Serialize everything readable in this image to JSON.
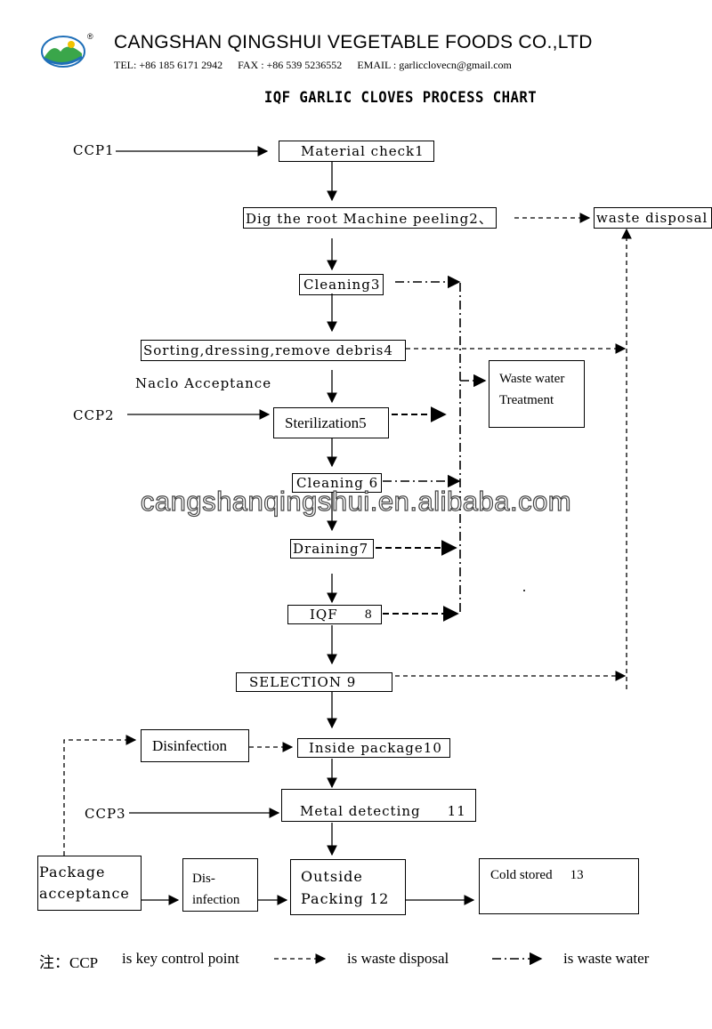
{
  "header": {
    "company_name": "CANGSHAN QINGSHUI VEGETABLE FOODS CO.,LTD",
    "tel": "TEL: +86 185 6171 2942",
    "fax": "FAX : +86 539 5236552",
    "email": "EMAIL : garlicclovecn@gmail.com",
    "logo_mark": "®"
  },
  "chart": {
    "title": "IQF GARLIC CLOVES PROCESS CHART"
  },
  "nodes": {
    "material_check": "Material check1",
    "peeling": "Dig the root Machine peeling2、",
    "waste_disposal": "waste disposal",
    "cleaning3": "Cleaning3",
    "sorting": "Sorting,dressing,remove debris4",
    "waste_water_1": "Waste water",
    "waste_water_2": "Treatment",
    "sterilization": "Sterilization5",
    "cleaning6": "Cleaning 6",
    "draining": "Draining7",
    "iqf": "IQF",
    "iqf_num": "8",
    "selection": "SELECTION 9",
    "disinfection": "Disinfection",
    "inside_package": "Inside package10",
    "metal_detecting": "Metal detecting",
    "metal_num": "11",
    "package_acceptance_1": "Package",
    "package_acceptance_2": "acceptance",
    "dis_infection_1": "Dis-",
    "dis_infection_2": "infection",
    "outside_packing_1": "Outside",
    "outside_packing_2": "Packing 12",
    "cold_stored": "Cold stored",
    "cold_num": "13"
  },
  "labels": {
    "ccp1": "CCP1",
    "ccp2": "CCP2",
    "ccp3": "CCP3",
    "naclo": "Naclo Acceptance"
  },
  "watermark": "cangshanqingshui.en.alibaba.com",
  "legend": {
    "prefix": "注：CCP",
    "ccp_desc": "is key control point",
    "waste_disposal": "is waste disposal",
    "waste_water": "is waste water"
  },
  "colors": {
    "logo_blue": "#1f6fb8",
    "logo_green": "#3aa64a",
    "watermark_stroke": "#444444"
  }
}
